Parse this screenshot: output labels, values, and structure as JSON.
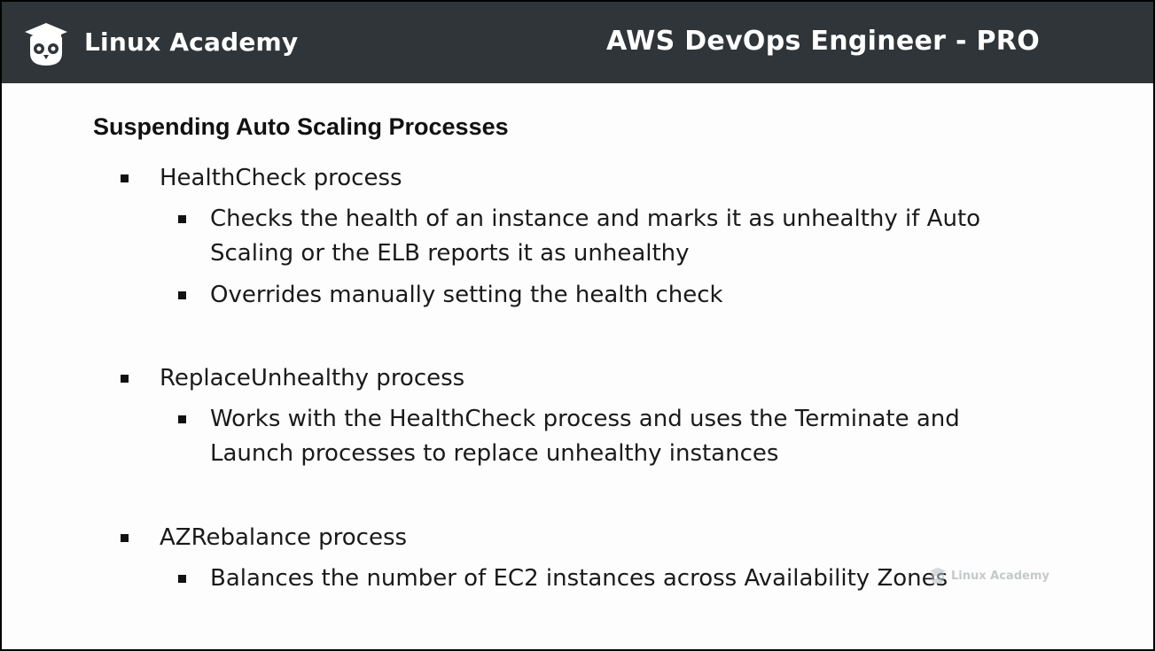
{
  "header": {
    "brand": "Linux Academy",
    "course": "AWS DevOps Engineer - PRO",
    "logo_icon": "owl-graduation-cap-icon",
    "background_color": "#2f3539"
  },
  "slide": {
    "title": "Suspending Auto Scaling Processes",
    "sections": [
      {
        "heading": "HealthCheck process",
        "points": [
          "Checks the health of an instance and marks it as unhealthy if Auto Scaling or the ELB reports it as unhealthy",
          "Overrides manually setting the health check"
        ]
      },
      {
        "heading": "ReplaceUnhealthy process",
        "points": [
          "Works with the HealthCheck process and uses the Terminate and Launch processes to replace unhealthy instances"
        ]
      },
      {
        "heading": "AZRebalance process",
        "points": [
          "Balances the number of EC2 instances across Availability Zones"
        ]
      }
    ]
  },
  "watermark": {
    "text": "Linux Academy",
    "icon": "owl-logo-icon"
  }
}
